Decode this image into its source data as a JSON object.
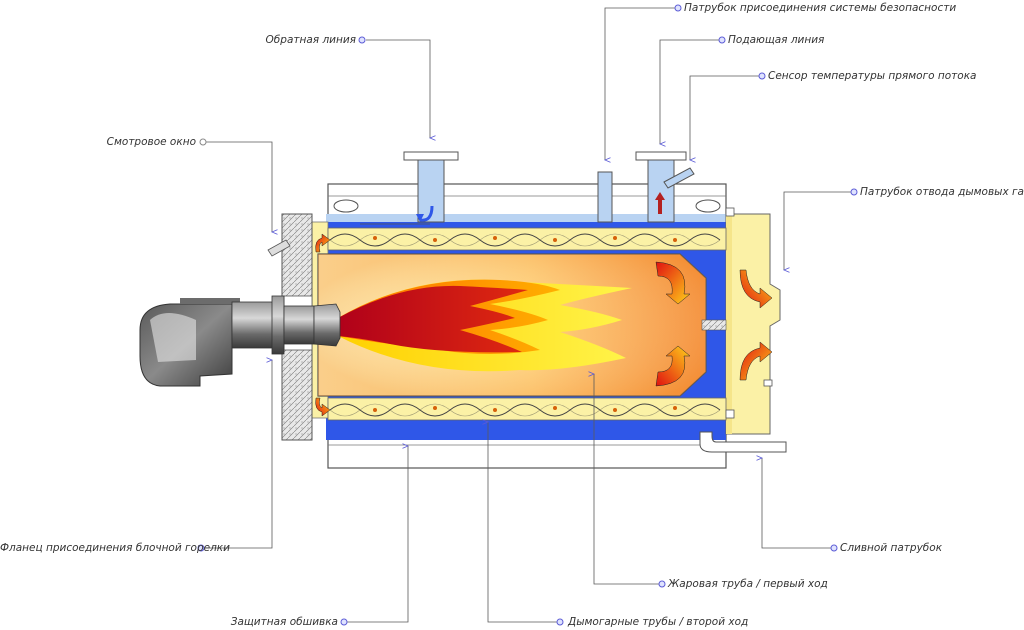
{
  "labels": {
    "safety_nozzle": "Патрубок присоединения системы безопасности",
    "supply_line": "Подающая линия",
    "return_line": "Обратная линия",
    "temp_sensor": "Сенсор температуры прямого потока",
    "sight_window": "Смотровое окно",
    "flue_nozzle": "Патрубок отвода дымовых газов",
    "burner_flange": "Фланец присоединения блочной горелки",
    "drain_nozzle": "Сливной патрубок",
    "fire_tube": "Жаровая труба / первый ход",
    "casing": "Защитная обшивка",
    "smoke_tubes": "Дымогарные трубы / второй ход"
  },
  "colors": {
    "water": "#2f57e8",
    "water_light": "#b9d3f2",
    "insulation": "#fbf1a6",
    "casing_line": "#555555",
    "flame_red": "#c4001a",
    "leader": "#5a5a5a",
    "marker": "#5c5cd6"
  }
}
